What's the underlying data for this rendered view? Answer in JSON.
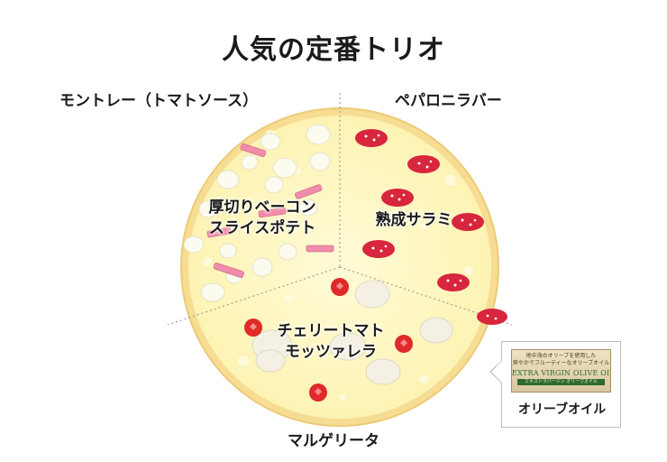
{
  "title": "人気の定番トリオ",
  "sections": {
    "top_left": {
      "label": "モントレー（トマトソース）",
      "topping_line1": "厚切りベーコン",
      "topping_line2": "スライスポテト"
    },
    "top_right": {
      "label": "ペパロニラバー",
      "topping_line1": "熟成サラミ"
    },
    "bottom": {
      "label": "マルゲリータ",
      "topping_line1": "チェリートマト",
      "topping_line2": "モッツァレラ"
    }
  },
  "oil": {
    "caption": "オリーブオイル",
    "product_line1": "地中海のオリーブを使用した",
    "product_line2": "爽やかでフルーティーなオリーブオイル",
    "product_brand": "EXTRA VIRGIN OLIVE OIL",
    "product_line3": "エキストラバージン オリーブオイル"
  },
  "colors": {
    "crust": "#f7dc93",
    "cheese": "#fdf6c0",
    "salami": "#d7263d",
    "bacon": "#f08cab",
    "tomato": "#e02a2a"
  }
}
